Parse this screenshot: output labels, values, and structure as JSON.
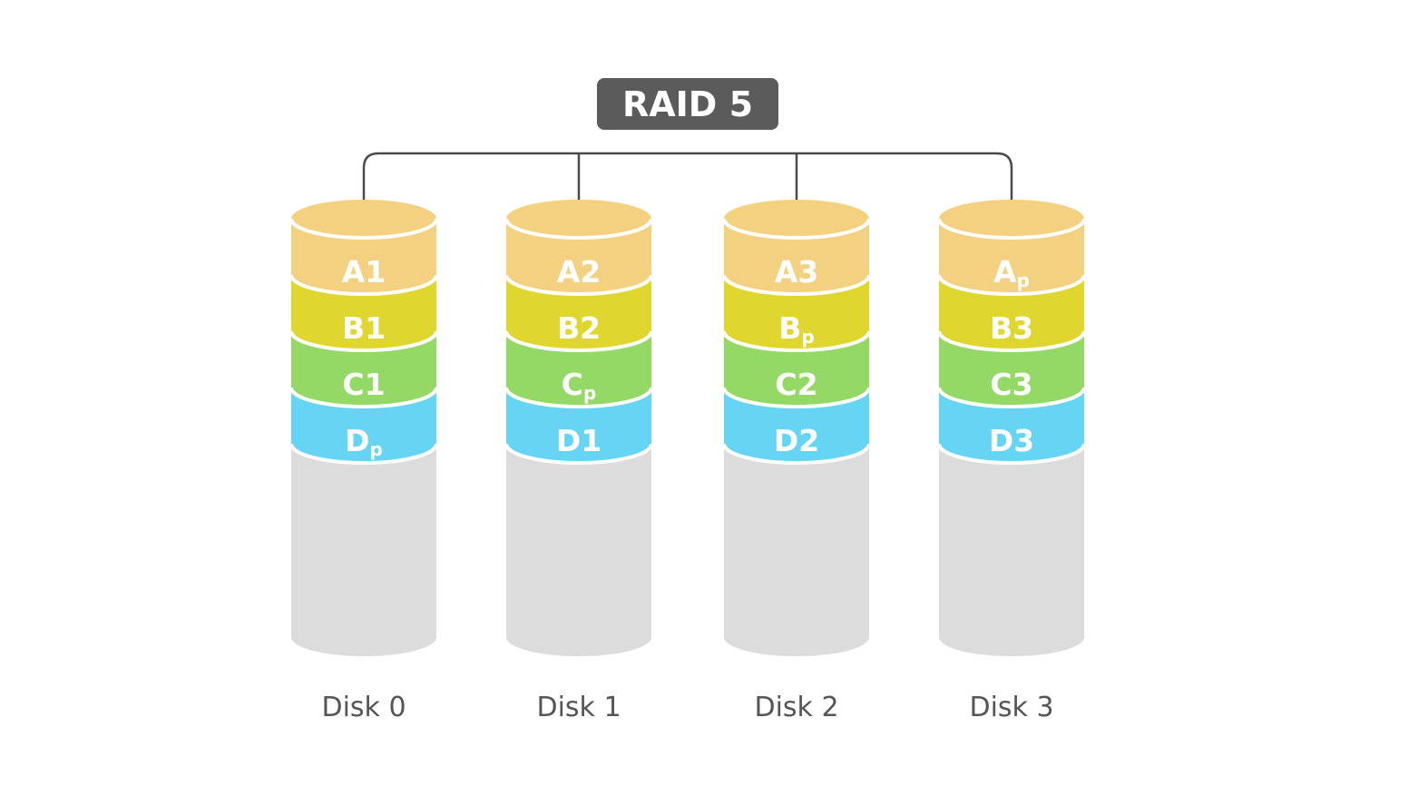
{
  "title": "RAID 5",
  "colors": {
    "title_bg": "#5b5b5b",
    "title_text": "#ffffff",
    "connector": "#4a4a4a",
    "segment_text": "#ffffff",
    "empty_body": "#dcdcdc",
    "disk_label": "#555555",
    "row_A": "#f3d181",
    "row_B": "#dfd730",
    "row_C": "#94d966",
    "row_D": "#66d4f3"
  },
  "disks": [
    {
      "label": "Disk 0",
      "segments": [
        {
          "row": "A",
          "main": "A",
          "sub": "1",
          "parity": false
        },
        {
          "row": "B",
          "main": "B",
          "sub": "1",
          "parity": false
        },
        {
          "row": "C",
          "main": "C",
          "sub": "1",
          "parity": false
        },
        {
          "row": "D",
          "main": "D",
          "sub": "p",
          "parity": true
        }
      ]
    },
    {
      "label": "Disk 1",
      "segments": [
        {
          "row": "A",
          "main": "A",
          "sub": "2",
          "parity": false
        },
        {
          "row": "B",
          "main": "B",
          "sub": "2",
          "parity": false
        },
        {
          "row": "C",
          "main": "C",
          "sub": "p",
          "parity": true
        },
        {
          "row": "D",
          "main": "D",
          "sub": "1",
          "parity": false
        }
      ]
    },
    {
      "label": "Disk 2",
      "segments": [
        {
          "row": "A",
          "main": "A",
          "sub": "3",
          "parity": false
        },
        {
          "row": "B",
          "main": "B",
          "sub": "p",
          "parity": true
        },
        {
          "row": "C",
          "main": "C",
          "sub": "2",
          "parity": false
        },
        {
          "row": "D",
          "main": "D",
          "sub": "2",
          "parity": false
        }
      ]
    },
    {
      "label": "Disk 3",
      "segments": [
        {
          "row": "A",
          "main": "A",
          "sub": "p",
          "parity": true
        },
        {
          "row": "B",
          "main": "B",
          "sub": "3",
          "parity": false
        },
        {
          "row": "C",
          "main": "C",
          "sub": "3",
          "parity": false
        },
        {
          "row": "D",
          "main": "D",
          "sub": "3",
          "parity": false
        }
      ]
    }
  ]
}
